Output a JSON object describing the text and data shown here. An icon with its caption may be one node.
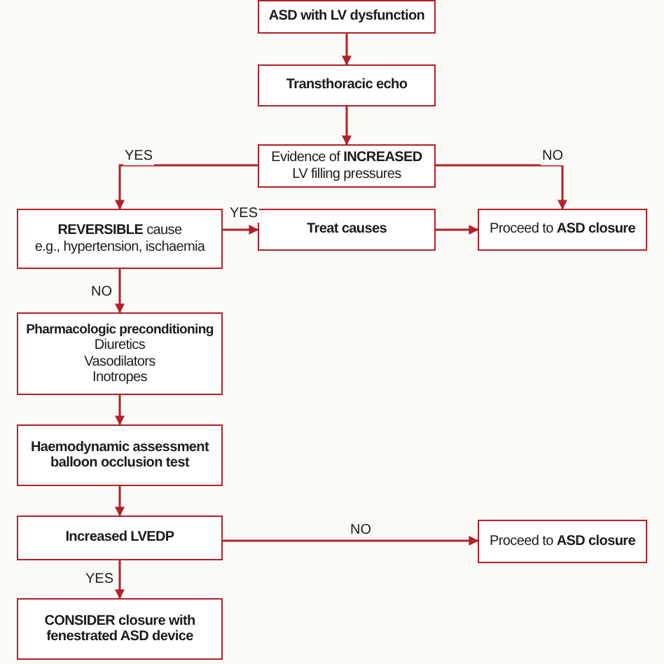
{
  "diagram": {
    "nodes": [
      {
        "text": [
          "ASD with LV dysfunction"
        ]
      },
      {
        "text": [
          "Transthoracic echo"
        ]
      },
      {
        "text": [
          "Evidence of **INCREASED** LV filling pressures"
        ]
      },
      {
        "text": [
          "**REVERSIBLE** cause",
          "e.g., hypertension, ischaemia"
        ]
      },
      {
        "text": [
          "Treat causes"
        ]
      },
      {
        "text": [
          "Proceed to **ASD closure**"
        ]
      },
      {
        "text": [
          "Pharmacologic preconditioning",
          "Diuretics",
          "Vasodilators",
          "Inotropes"
        ]
      },
      {
        "text": [
          "Haemodynamic assessment balloon occlusion test"
        ]
      },
      {
        "text": [
          "Increased LVEDP"
        ]
      },
      {
        "text": [
          "Proceed to **ASD closure**"
        ]
      },
      {
        "text": [
          "CONSIDER closure with fenestrated ASD device"
        ]
      }
    ],
    "edges": [
      {
        "from": 0,
        "to": 1,
        "arrow": "to"
      },
      {
        "from": 1,
        "to": 2,
        "arrow": "to"
      },
      {
        "from": 2,
        "to": 3,
        "arrow": "to",
        "label": "YES"
      },
      {
        "from": 2,
        "to": 5,
        "arrow": "to",
        "label": "NO"
      },
      {
        "from": 3,
        "to": 4,
        "arrow": "to",
        "label": "YES"
      },
      {
        "from": 4,
        "to": 5,
        "arrow": "to"
      },
      {
        "from": 3,
        "to": 6,
        "arrow": "to",
        "label": "NO"
      },
      {
        "from": 6,
        "to": 7,
        "arrow": "to"
      },
      {
        "from": 7,
        "to": 8,
        "arrow": "to"
      },
      {
        "from": 8,
        "to": 9,
        "arrow": "to",
        "label": "NO"
      },
      {
        "from": 8,
        "to": 10,
        "arrow": "to",
        "label": "YES"
      }
    ]
  }
}
